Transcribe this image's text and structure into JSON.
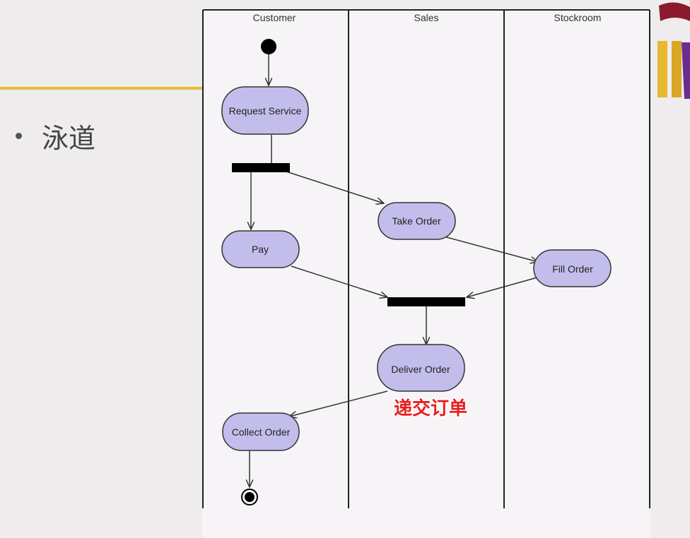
{
  "slide": {
    "bullet_text": "泳道"
  },
  "diagram": {
    "lanes": [
      "Customer",
      "Sales",
      "Stockroom"
    ],
    "activities": {
      "request_service": "Request Service",
      "take_order": "Take Order",
      "pay": "Pay",
      "fill_order": "Fill Order",
      "deliver_order": "Deliver Order",
      "collect_order": "Collect Order"
    },
    "annotation": "递交订单",
    "colors": {
      "activity_fill": "#c3bdec",
      "activity_stroke": "#333333",
      "bar": "#000000",
      "accent_line": "#e6be35",
      "annotation": "#e81e1e"
    }
  }
}
